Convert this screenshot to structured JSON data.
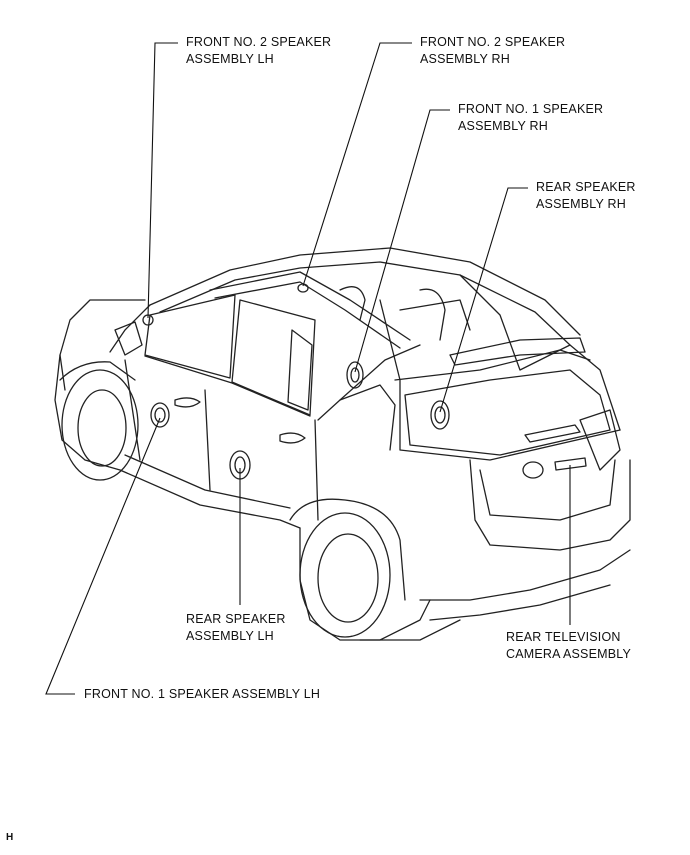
{
  "labels": {
    "front2_lh": {
      "line1": "FRONT NO. 2 SPEAKER",
      "line2": "ASSEMBLY LH"
    },
    "front2_rh": {
      "line1": "FRONT NO. 2 SPEAKER",
      "line2": "ASSEMBLY RH"
    },
    "front1_rh": {
      "line1": "FRONT NO. 1 SPEAKER",
      "line2": "ASSEMBLY RH"
    },
    "rear_rh": {
      "line1": "REAR SPEAKER",
      "line2": "ASSEMBLY RH"
    },
    "rear_lh": {
      "line1": "REAR SPEAKER",
      "line2": "ASSEMBLY LH"
    },
    "camera": {
      "line1": "REAR TELEVISION",
      "line2": "CAMERA ASSEMBLY"
    },
    "front1_lh": {
      "line1": "FRONT NO. 1 SPEAKER ASSEMBLY LH"
    }
  },
  "corner_mark": "H"
}
